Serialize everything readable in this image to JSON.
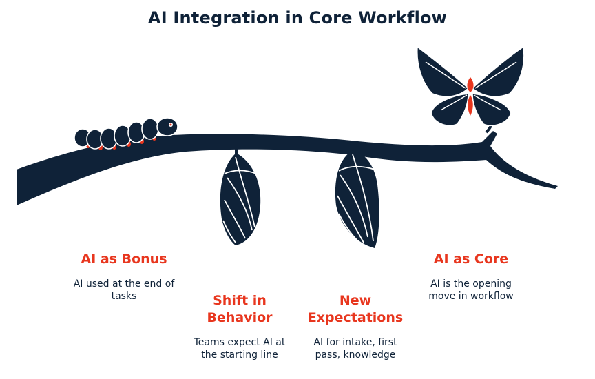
{
  "title": "AI Integration in Core Workflow",
  "colors": {
    "accent": "#e8361e",
    "navy": "#0f2238"
  },
  "stages": [
    {
      "heading": "AI as Bonus",
      "description": "AI used at the end of tasks"
    },
    {
      "heading": "Shift in Behavior",
      "description": "Teams expect AI at the starting line"
    },
    {
      "heading": "New Expectations",
      "description": "AI for intake, first pass, knowledge"
    },
    {
      "heading": "AI as Core",
      "description": "AI is the opening move in workflow"
    }
  ]
}
